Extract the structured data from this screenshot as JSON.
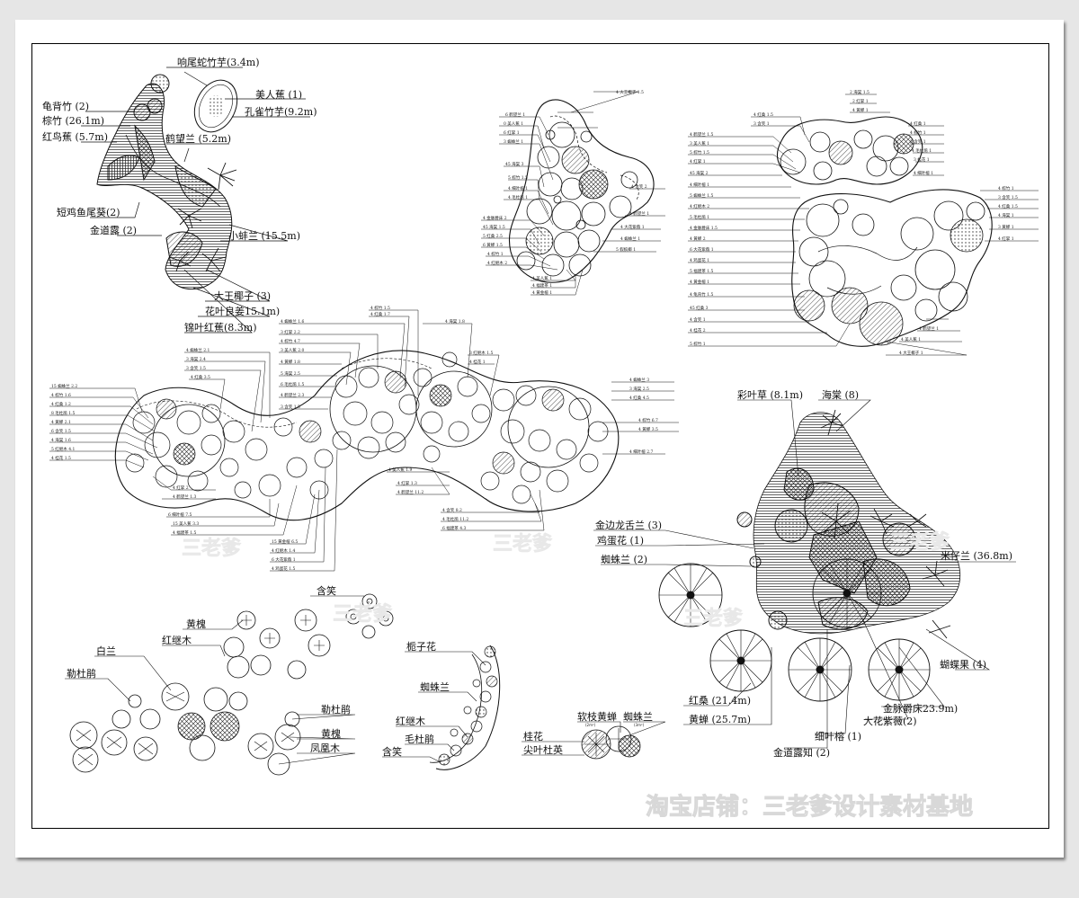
{
  "watermark_shop": "淘宝店铺：三老爹设计素材基地",
  "watermark_brand": "三老爹",
  "plan_a": {
    "labels": [
      "响尾蛇竹芋(3.4m)",
      "美人蕉  (1)",
      "孔雀竹芋(9.2m)",
      "龟背竹 (2)",
      "棕竹 (26.1m)",
      "红鸟蕉 (5.7m)",
      "鹤望兰  (5.2m)",
      "短鸡鱼尾葵(2)",
      "金道露   (2)",
      "小蚌兰 (15.5m)",
      "大王椰子  (3)",
      "花叶良姜15.1m)",
      "锦叶红蕉(8.3m)"
    ]
  },
  "plan_e": {
    "labels": [
      "彩叶草 (8.1m)",
      "海棠  (8)",
      "金边龙舌兰 (3)",
      "鸡蛋花 (1)",
      "蜘蛛兰 (2)",
      "米仔兰 (36.8m)",
      "蝴蝶果  (4)",
      "红桑 (21.4m)",
      "黄蝉 (25.7m)",
      "金道露知 (2)",
      "细叶榕  (1)",
      "大花紫薇(2)",
      "金脉爵床23.9m)"
    ]
  },
  "legend": {
    "labels": [
      "含笑",
      "黄槐",
      "红继木",
      "白兰",
      "勒杜鹃",
      "勒杜鹃",
      "黄槐",
      "凤凰木",
      "栀子花",
      "蜘蛛兰",
      "红继木",
      "毛杜鹃",
      "含笑",
      "软枝黄蝉",
      "蜘蛛兰",
      "桂花",
      "尖叶杜英"
    ]
  }
}
